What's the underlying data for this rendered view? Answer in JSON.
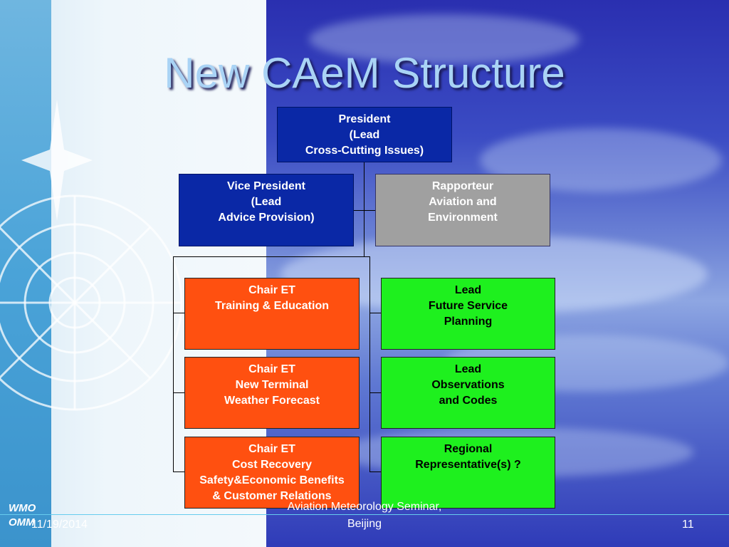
{
  "slide": {
    "title": "New  CAeM Structure",
    "footer_date": "11/19/2014",
    "footer_center_line1": "Aviation Meteorology Seminar,",
    "footer_center_line2": "Beijing",
    "page_number": "11",
    "logo_line1": "WMO",
    "logo_line2": "OMM"
  },
  "boxes": {
    "president": [
      "President",
      "(Lead",
      "Cross-Cutting Issues)"
    ],
    "vice_president": [
      "Vice President",
      "(Lead",
      "Advice Provision)"
    ],
    "rapporteur": [
      "Rapporteur",
      "Aviation and",
      "Environment"
    ],
    "chair_training": [
      "Chair ET",
      "Training & Education"
    ],
    "chair_terminal": [
      "Chair ET",
      "New Terminal",
      "Weather Forecast"
    ],
    "chair_cost": [
      "Chair ET",
      "Cost Recovery",
      "Safety&Economic Benefits",
      "& Customer Relations"
    ],
    "lead_future": [
      "Lead",
      "Future Service",
      "Planning"
    ],
    "lead_observations": [
      "Lead",
      "Observations",
      "and Codes"
    ],
    "regional": [
      "Regional",
      "Representative(s) ?"
    ]
  },
  "colors": {
    "president": "#0a28a6",
    "rapporteur": "#a0a0a0",
    "chair": "#ff5010",
    "lead": "#1ef01e"
  }
}
